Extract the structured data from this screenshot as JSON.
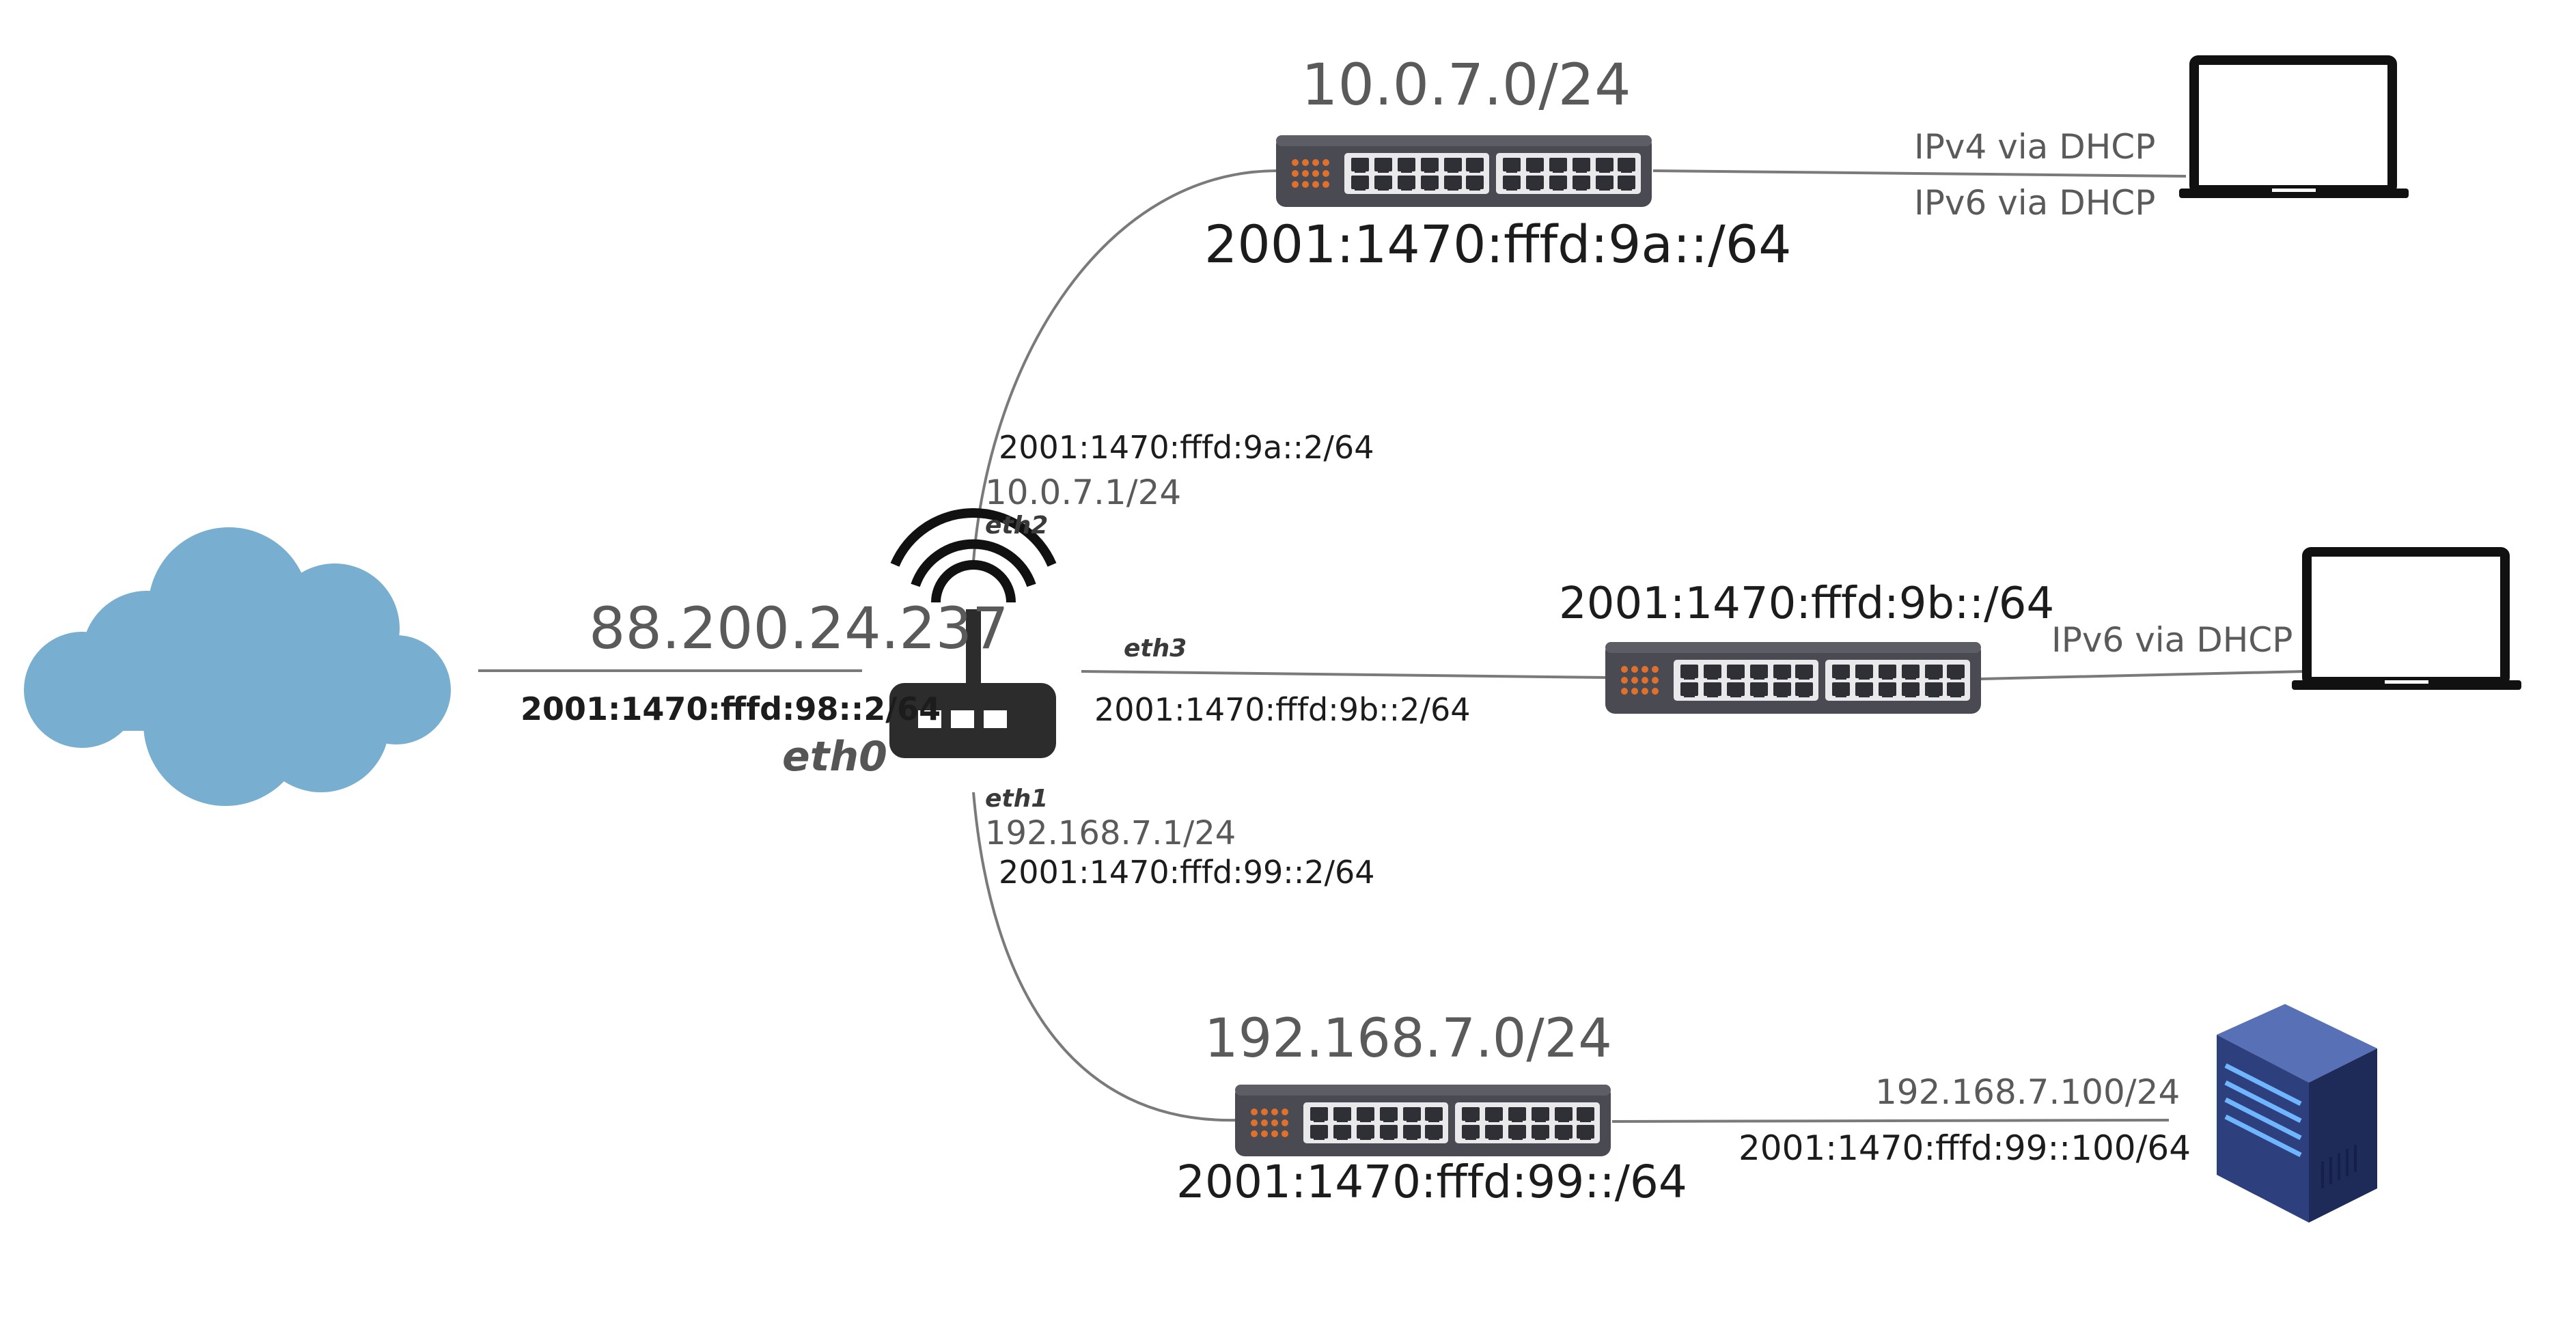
{
  "internet": {
    "ipv4": "88.200.24.237",
    "ipv6": "2001:1470:fffd:98::2/64",
    "interface": "eth0"
  },
  "router": {
    "eth2": {
      "name": "eth2",
      "ipv6": "2001:1470:fffd:9a::2/64",
      "ipv4": "10.0.7.1/24"
    },
    "eth3": {
      "name": "eth3",
      "ipv6": "2001:1470:fffd:9b::2/64"
    },
    "eth1": {
      "name": "eth1",
      "ipv4": "192.168.7.1/24",
      "ipv6": "2001:1470:fffd:99::2/64"
    }
  },
  "switch_top": {
    "ipv4_subnet": "10.0.7.0/24",
    "ipv6_subnet": "2001:1470:fffd:9a::/64"
  },
  "switch_mid": {
    "ipv6_subnet": "2001:1470:fffd:9b::/64"
  },
  "switch_bottom": {
    "ipv4_subnet": "192.168.7.0/24",
    "ipv6_subnet": "2001:1470:fffd:99::/64"
  },
  "laptop_top": {
    "ipv4_note": "IPv4 via DHCP",
    "ipv6_note": "IPv6 via DHCP"
  },
  "laptop_mid": {
    "ipv6_note": "IPv6 via DHCP"
  },
  "server": {
    "ipv4": "192.168.7.100/24",
    "ipv6": "2001:1470:fffd:99::100/64"
  },
  "colors": {
    "cloud": "#78aecf",
    "switch_body": "#4a4a52",
    "switch_led": "#e0712c",
    "router_body": "#2c2c2c",
    "server": "#2d3f7c",
    "link": "#7a7a7a"
  }
}
